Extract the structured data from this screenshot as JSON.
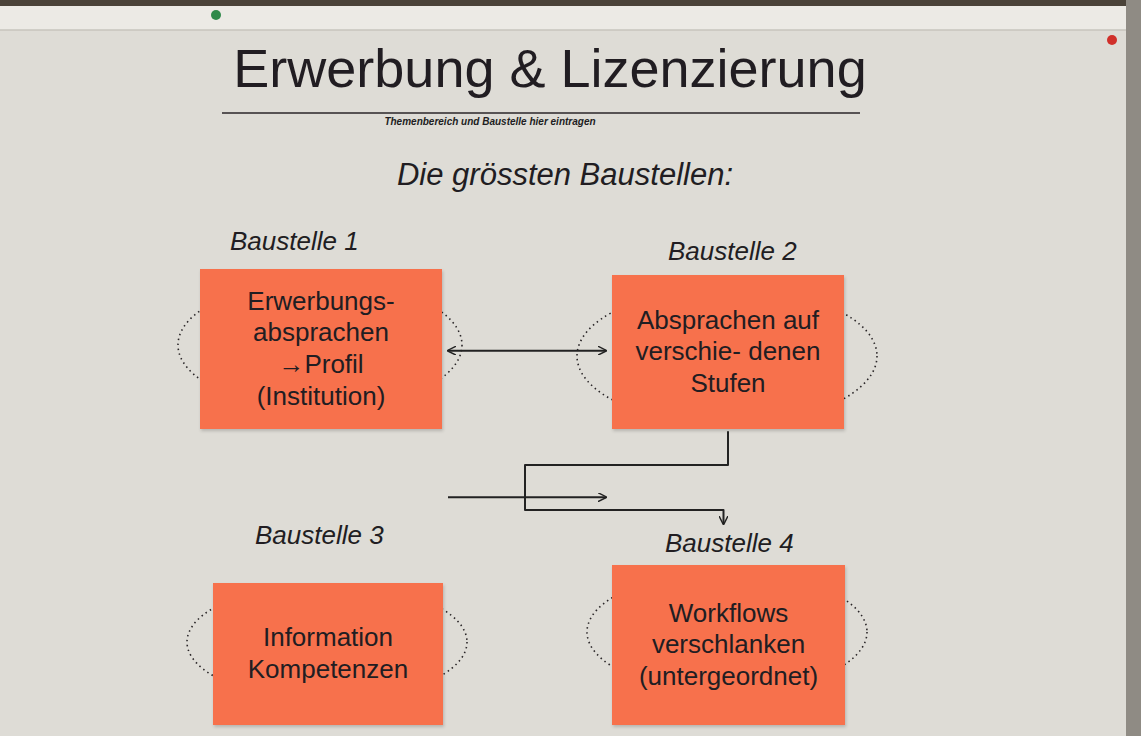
{
  "diagram": {
    "title": "Erwerbung & Lizenzierung",
    "nodes": [
      {
        "text": [
          "Baustelle 1",
          "Erwerbungs- absprachen →Profil (Institution)"
        ]
      },
      {
        "text": [
          "Baustelle 2",
          "Absprachen auf verschie- denen Stufen"
        ]
      },
      {
        "text": [
          "Baustelle 3",
          "Information Kompetenzen"
        ]
      },
      {
        "text": [
          "Baustelle 4",
          "Workflows verschlanken (untergeordnet)"
        ]
      }
    ],
    "edges": [
      {
        "from": 0,
        "to": 1,
        "arrow": "both"
      },
      {
        "from": 0,
        "to": 3,
        "arrow": "to"
      },
      {
        "from": 1,
        "to": 3,
        "arrow": "to"
      }
    ],
    "labels": [
      "Themenbereich und Baustelle hier eintragen",
      "Die grössten Baustellen:"
    ]
  }
}
